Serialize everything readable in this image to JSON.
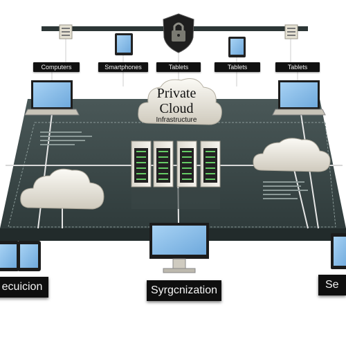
{
  "diagram": {
    "top_labels": [
      "Computers",
      "Smartphones",
      "Tablets",
      "Tablets",
      "Tablets"
    ],
    "cloud": {
      "line1": "Private",
      "line2": "Cloud",
      "line3": "Infrastructure"
    },
    "bottom_labels": {
      "left": "ecuicion",
      "center": "Syrgcnization",
      "right": "Se"
    },
    "colors": {
      "platform": "#3c4a4a",
      "platform_edge": "#2a3434",
      "label_bg": "#111111",
      "cloud_fill": "#f3f1ea",
      "screen": "#8fc3ee"
    }
  }
}
